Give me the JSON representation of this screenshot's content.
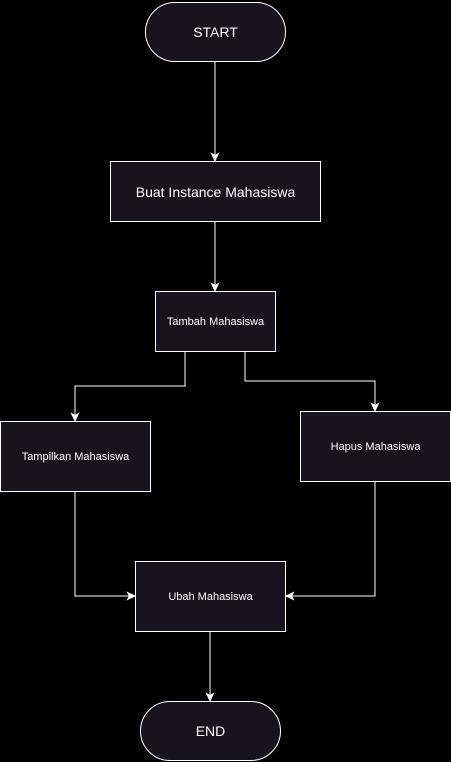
{
  "nodes": {
    "start": "START",
    "buat": "Buat Instance Mahasiswa",
    "tambah": "Tambah Mahasiswa",
    "tampilkan": "Tampilkan Mahasiswa",
    "hapus": "Hapus Mahasiswa",
    "ubah": "Ubah Mahasiswa",
    "end": "END"
  },
  "colors": {
    "background": "#000000",
    "node_fill": "#18141d",
    "stroke": "#ffffff"
  }
}
